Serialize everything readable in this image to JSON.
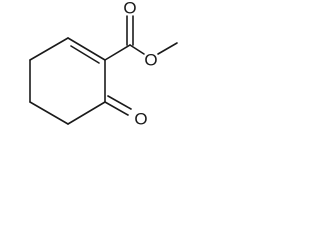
{
  "molecule": {
    "atoms": {
      "ester_carbonyl_oxygen": "O",
      "ester_ether_oxygen": "O",
      "ketone_oxygen": "O"
    }
  }
}
